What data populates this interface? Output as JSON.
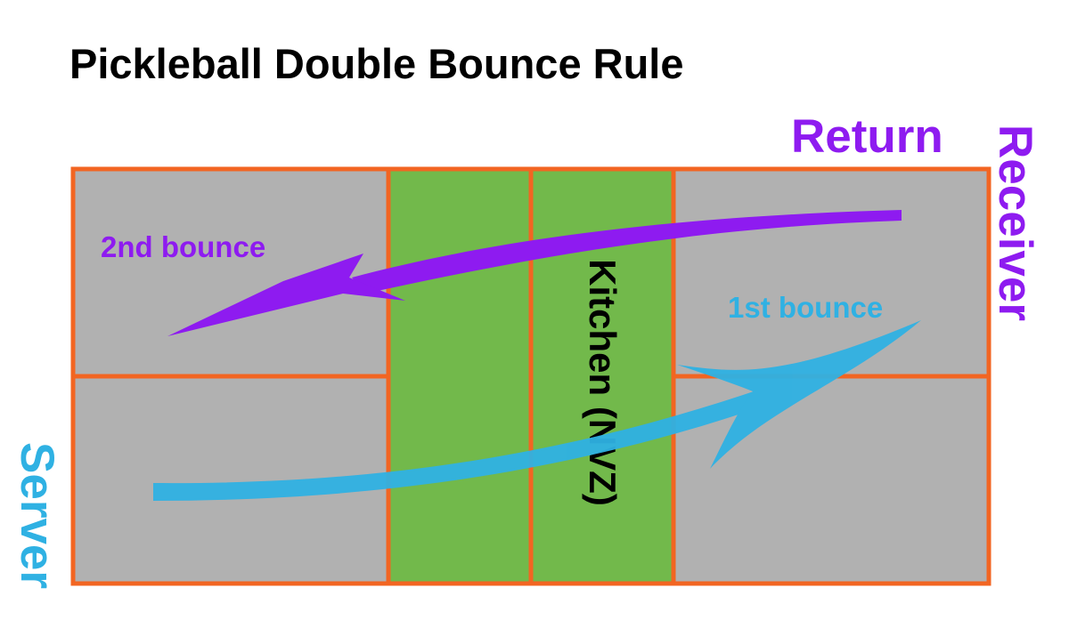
{
  "title": "Pickleball Double Bounce Rule",
  "labels": {
    "return": "Return",
    "receiver": "Receiver",
    "server": "Server",
    "kitchen": "Kitchen (NVZ)",
    "first_bounce": "1st bounce",
    "second_bounce": "2nd bounce"
  },
  "colors": {
    "court_line": "#f26522",
    "court_fill": "#b1b1b1",
    "kitchen_fill": "#72b94b",
    "serve": "#2fb1e3",
    "return": "#8e1bf0",
    "text": "#000000"
  }
}
